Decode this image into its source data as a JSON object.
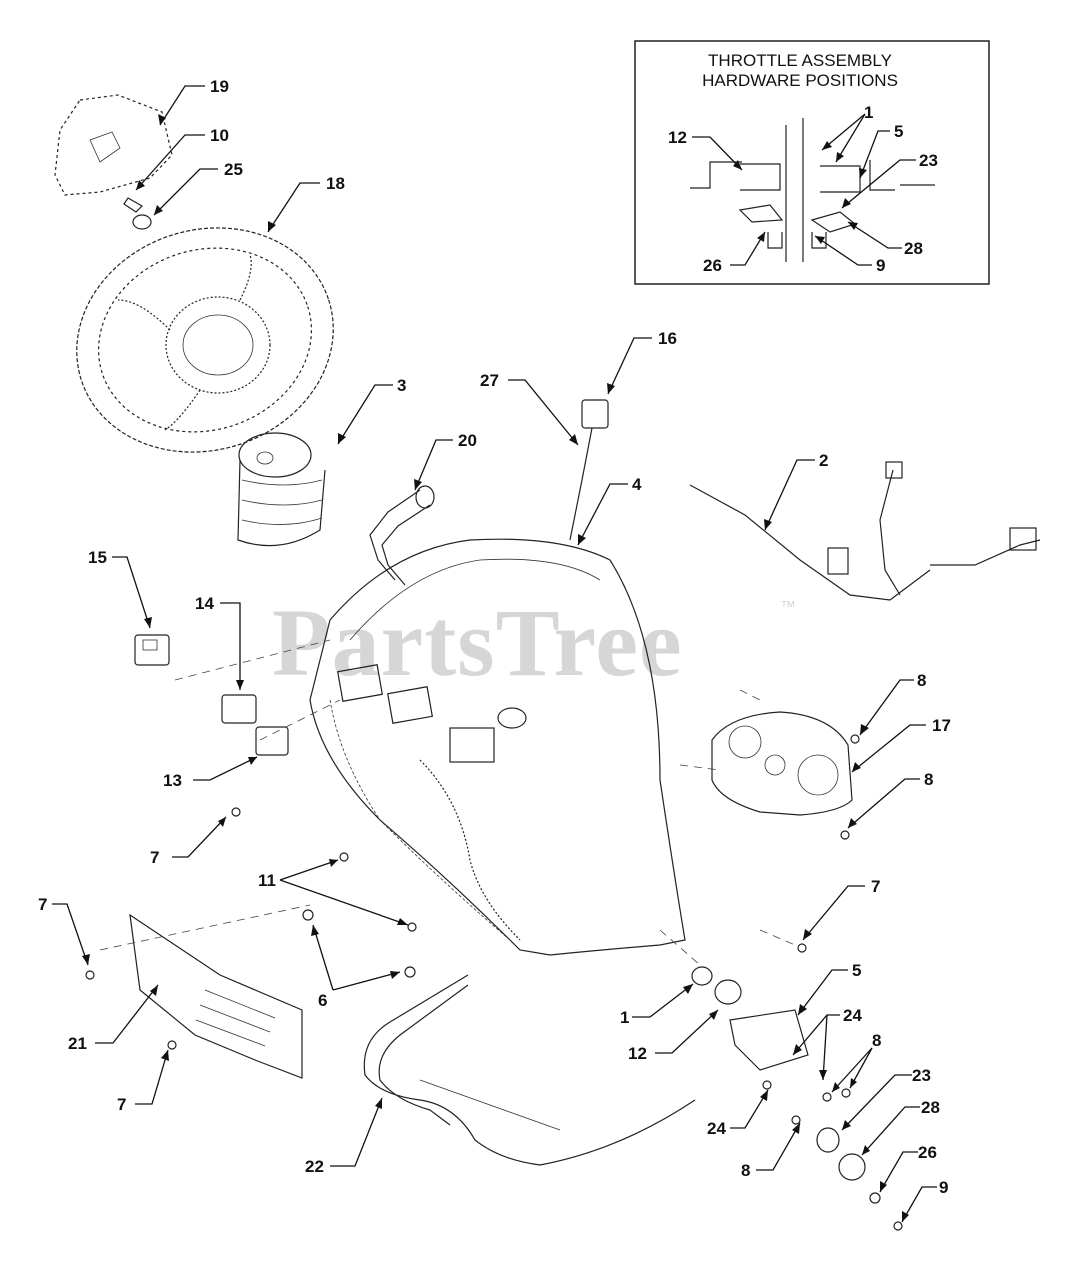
{
  "watermark": {
    "text": "PartsTree",
    "trademark": "™"
  },
  "inset": {
    "title_line1": "THROTTLE ASSEMBLY",
    "title_line2": "HARDWARE POSITIONS",
    "callouts": {
      "c1": "1",
      "c5": "5",
      "c12": "12",
      "c23": "23",
      "c28": "28",
      "c26": "26",
      "c9": "9"
    }
  },
  "callouts": {
    "p19": "19",
    "p10": "10",
    "p25": "25",
    "p18": "18",
    "p3": "3",
    "p16": "16",
    "p27": "27",
    "p20": "20",
    "p4": "4",
    "p2": "2",
    "p15": "15",
    "p14": "14",
    "p13": "13",
    "p8a": "8",
    "p17": "17",
    "p8b": "8",
    "p7a": "7",
    "p11": "11",
    "p7b": "7",
    "p7c": "7",
    "p6": "6",
    "p21": "21",
    "p7d": "7",
    "p1": "1",
    "p5": "5",
    "p12": "12",
    "p24a": "24",
    "p8c": "8",
    "p23": "23",
    "p28": "28",
    "p24b": "24",
    "p26": "26",
    "p8d": "8",
    "p9": "9",
    "p22": "22"
  }
}
